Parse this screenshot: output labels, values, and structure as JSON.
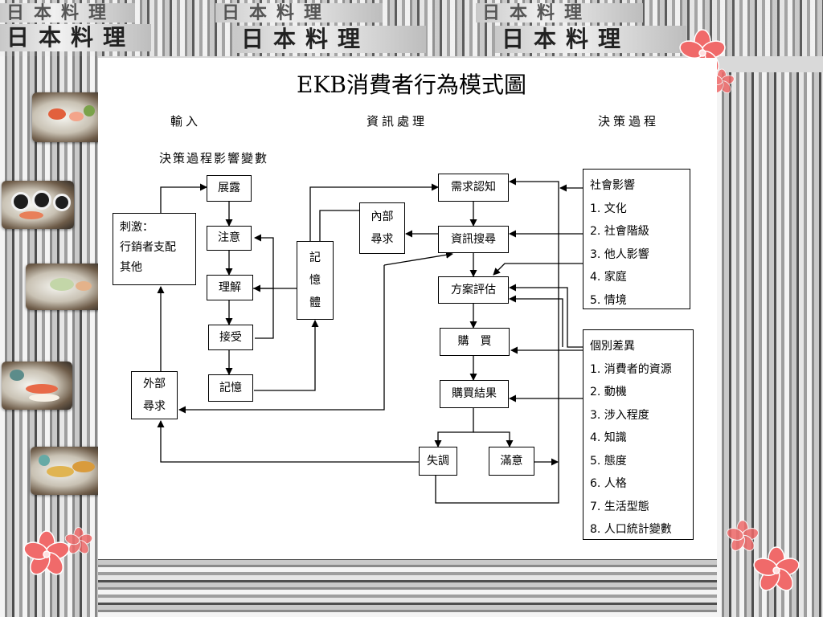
{
  "banner_text": "日本料理",
  "slide": {
    "title": "EKB消費者行為模式圖",
    "columns": [
      "輸入",
      "資訊處理",
      "決策過程"
    ],
    "subheading": "決策過程影響變數"
  },
  "diagram": {
    "nodes": {
      "stimulus": [
        "刺激：",
        "行銷者支配",
        "其他"
      ],
      "external_search": [
        "外部",
        "尋求"
      ],
      "exposure": "展露",
      "attention": "注意",
      "comprehension": "理解",
      "acceptance": "接受",
      "retention": "記憶",
      "memory": [
        "記",
        "憶",
        "體"
      ],
      "internal_search": [
        "內部",
        "尋求"
      ],
      "need_recognition": "需求認知",
      "information_search": "資訊搜尋",
      "alternative_evaluation": "方案評估",
      "purchase": "購　買",
      "purchase_outcome": "購買結果",
      "dissonance": "失調",
      "satisfaction": "滿意"
    },
    "social_influence": {
      "heading": "社會影響",
      "items": [
        "1. 文化",
        "2. 社會階級",
        "3. 他人影響",
        "4. 家庭",
        "5. 情境"
      ]
    },
    "individual_differences": {
      "heading": "個別差異",
      "items": [
        "1. 消費者的資源",
        "2. 動機",
        "3. 涉入程度",
        "4. 知識",
        "5. 態度",
        "6. 人格",
        "7. 生活型態",
        "8. 人口統計變數"
      ]
    }
  },
  "colors": {
    "line": "#000000",
    "blossom": "#f06a6a"
  }
}
